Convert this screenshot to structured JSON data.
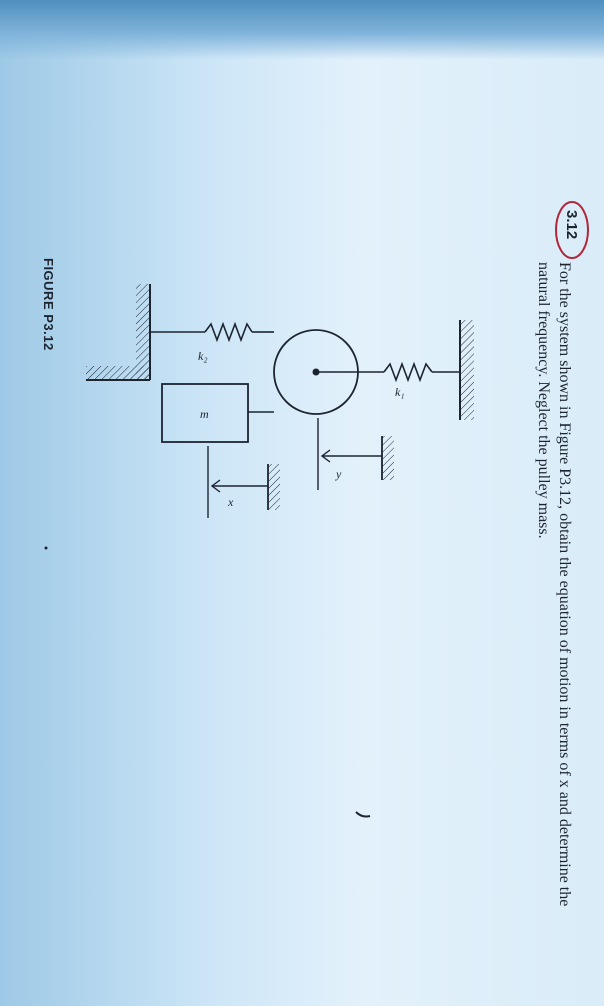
{
  "problem": {
    "number": "3.12",
    "line1": "For the system shown in Figure P3.12, obtain the equation of motion in terms of x and determine the",
    "line2": "natural frequency. Neglect the pulley mass."
  },
  "figure": {
    "caption": "FIGURE P3.12",
    "labels": {
      "k1": "k₁",
      "k2": "k₂",
      "m": "m",
      "y": "y",
      "x": "x"
    }
  },
  "colors": {
    "ink": "#1c2430",
    "mark": "#b0273a"
  }
}
